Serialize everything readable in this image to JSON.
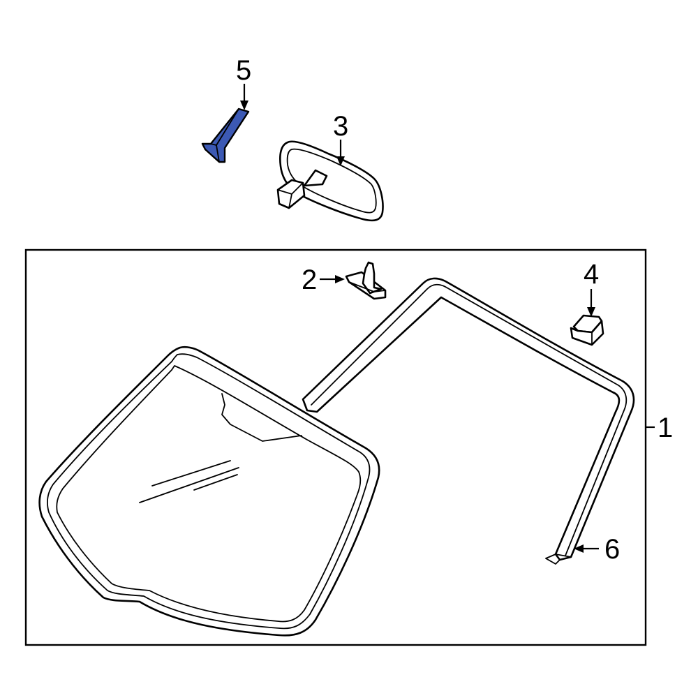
{
  "colors": {
    "highlight": "#3c59b4",
    "outline": "#000000",
    "background": "#ffffff"
  },
  "callouts": {
    "c1": "1",
    "c2": "2",
    "c3": "3",
    "c4": "4",
    "c5": "5",
    "c6": "6"
  }
}
